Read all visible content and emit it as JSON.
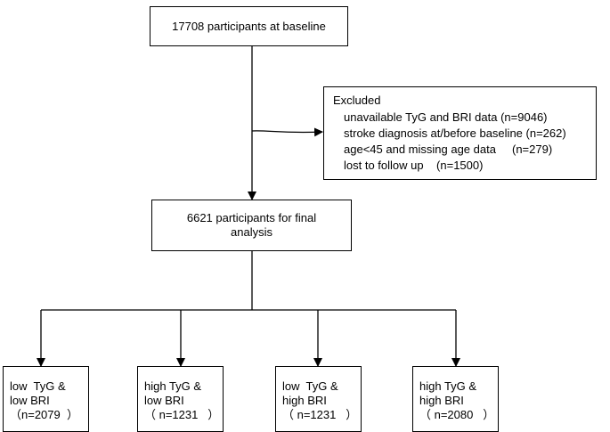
{
  "baseline": {
    "text": "17708 participants at baseline"
  },
  "excluded": {
    "title": "Excluded",
    "items": [
      "unavailable TyG and BRI data (n=9046)",
      "stroke diagnosis at/before baseline (n=262)",
      "age<45 and missing age data     (n=279)",
      "lost to follow up    (n=1500)"
    ]
  },
  "final": {
    "line1": "6621 participants for final",
    "line2": "analysis"
  },
  "groups": [
    {
      "line1": "low  TyG &",
      "line2": "low BRI",
      "line3": "（n=2079  ）"
    },
    {
      "line1": "high TyG &",
      "line2": "low BRI",
      "line3": "（ n=1231   ）"
    },
    {
      "line1": "low  TyG &",
      "line2": "high BRI",
      "line3": "（ n=1231   ）"
    },
    {
      "line1": "high TyG &",
      "line2": "high BRI",
      "line3": "（ n=2080   ）"
    }
  ]
}
